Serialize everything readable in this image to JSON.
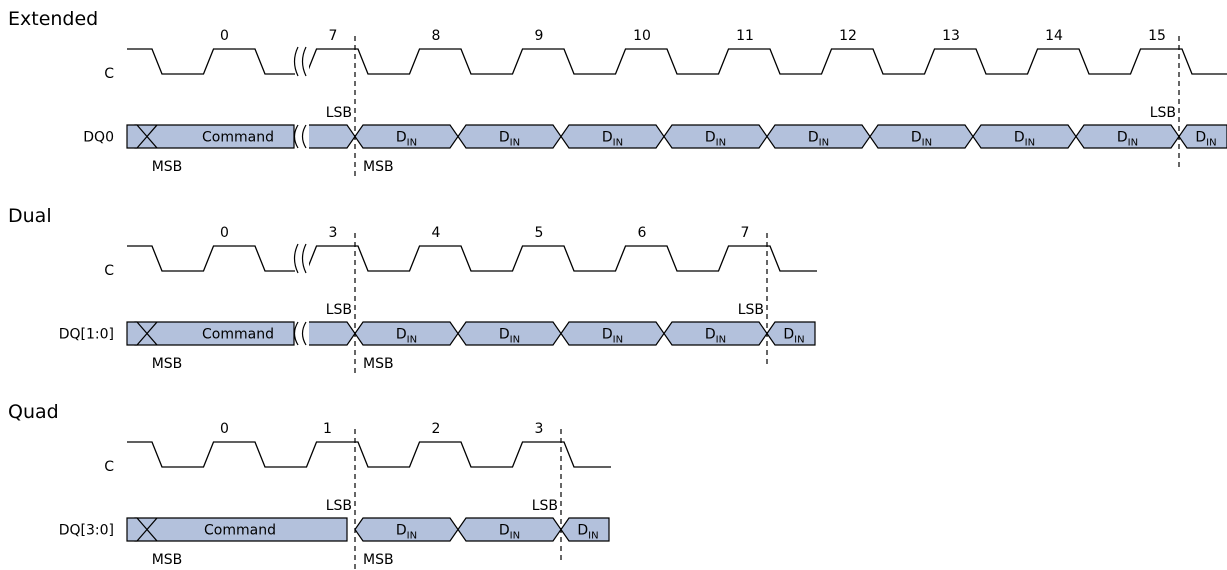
{
  "diagrams": [
    {
      "title": "Extended",
      "clock_label": "C",
      "data_label": "DQ0",
      "command_label": "Command",
      "cycles_before_break": [
        "0"
      ],
      "cycles_after_break": [
        "7",
        "8",
        "9",
        "10",
        "11",
        "12",
        "13",
        "14",
        "15"
      ],
      "first_lsb": "LSB",
      "last_lsb": "LSB",
      "first_msb": "MSB",
      "second_msb": "MSB",
      "data_segment": {
        "main": "D",
        "sub": "IN"
      },
      "data_segment_count": 8,
      "has_break": true
    },
    {
      "title": "Dual",
      "clock_label": "C",
      "data_label": "DQ[1:0]",
      "command_label": "Command",
      "cycles_before_break": [
        "0"
      ],
      "cycles_after_break": [
        "3",
        "4",
        "5",
        "6",
        "7"
      ],
      "first_lsb": "LSB",
      "last_lsb": "LSB",
      "first_msb": "MSB",
      "second_msb": "MSB",
      "data_segment": {
        "main": "D",
        "sub": "IN"
      },
      "data_segment_count": 4,
      "has_break": true
    },
    {
      "title": "Quad",
      "clock_label": "C",
      "data_label": "DQ[3:0]",
      "command_label": "Command",
      "cycles_before_break": [
        "0",
        "1"
      ],
      "cycles_after_break": [
        "2",
        "3"
      ],
      "first_lsb": "LSB",
      "last_lsb": "LSB",
      "first_msb": "MSB",
      "second_msb": "MSB",
      "data_segment": {
        "main": "D",
        "sub": "IN"
      },
      "data_segment_count": 2,
      "has_break": false
    }
  ],
  "colors": {
    "segment_fill": "#b3c1dc",
    "line": "#000000",
    "background": "#ffffff"
  }
}
